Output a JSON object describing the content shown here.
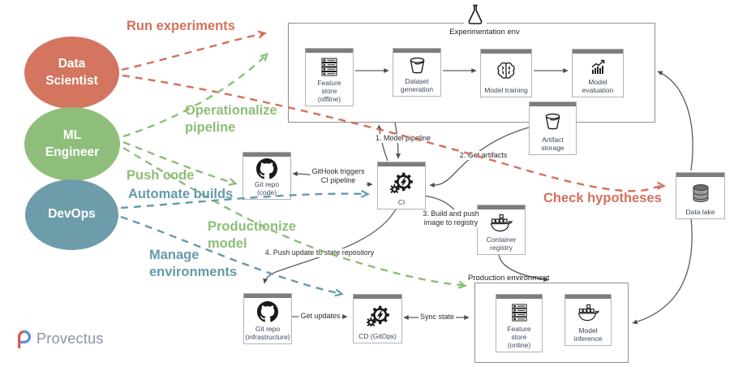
{
  "brand": {
    "name": "Provectus"
  },
  "actors": {
    "data_scientist": {
      "label": "Data\nScientist",
      "color": "#d4755f"
    },
    "ml_engineer": {
      "label": "ML\nEngineer",
      "color": "#8fbe7a"
    },
    "devops": {
      "label": "DevOps",
      "color": "#6d9dab"
    }
  },
  "activities": {
    "run_experiments": {
      "text": "Run experiments",
      "color": "#d4705c"
    },
    "operationalize": {
      "text": "Operationalize\npipeline",
      "color": "#8cbe76"
    },
    "push_code": {
      "text": "Push code",
      "color": "#8cbe76"
    },
    "automate_builds": {
      "text": "Automate builds",
      "color": "#649aab"
    },
    "productionize": {
      "text": "Productionize\nmodel",
      "color": "#8cbe76"
    },
    "manage_envs": {
      "text": "Manage\nenvironments",
      "color": "#649aab"
    },
    "check_hypotheses": {
      "text": "Check hypotheses",
      "color": "#d4705c"
    }
  },
  "containers": {
    "experimentation_env": {
      "label": "Experimentation env"
    },
    "production_env": {
      "label": "Production environment"
    }
  },
  "nodes": {
    "feature_store_offline": {
      "label": "Feature\nstore\n(offline)"
    },
    "dataset_generation": {
      "label": "Dataset\ngeneration"
    },
    "model_training": {
      "label": "Model training"
    },
    "model_evaluation": {
      "label": "Model evaluation"
    },
    "artifact_storage": {
      "label": "Artifact\nstorage"
    },
    "data_lake": {
      "label": "Data lake"
    },
    "git_repo_code": {
      "label": "Git repo\n(code)"
    },
    "ci": {
      "label": "CI"
    },
    "container_registry": {
      "label": "Container\nregistry"
    },
    "git_repo_infra": {
      "label": "Git repo\n(infrastructure)"
    },
    "cd_gitops": {
      "label": "CD (GitOps)"
    },
    "feature_store_online": {
      "label": "Feature\nstore\n(online)"
    },
    "model_inference": {
      "label": "Model\ninference"
    }
  },
  "edges": {
    "model_pipeline": "1. Model pipeline",
    "get_artifacts": "2. Get artifacts",
    "build_push": "3. Build and push\nimage to registry",
    "push_update": "4. Push update to state repository",
    "githook": "GitHook triggers\nCI pipeline",
    "get_updates": "Get updates",
    "sync_state": "Sync state"
  }
}
